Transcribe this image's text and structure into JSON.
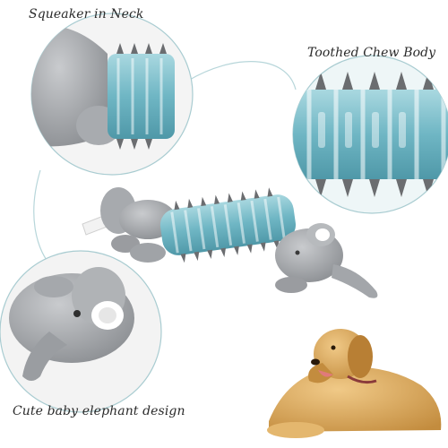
{
  "captions": {
    "squeaker": "Squeaker in Neck",
    "chew_body": "Toothed Chew Body",
    "elephant": "Cute baby elephant design"
  },
  "colors": {
    "plush_gray": "#9a9ca0",
    "plush_light": "#c3c5c8",
    "teal_rubber": "#6fb6c4",
    "teal_light": "#a9d8e0",
    "spike_gray": "#6b6d70",
    "circle_line": "#9ec6cc",
    "dog_gold": "#d9a65a"
  },
  "icons": {
    "callout_top_left": "squeaker-closeup",
    "callout_right": "chew-body-closeup",
    "callout_bottom_left": "elephant-face-closeup",
    "product": "elephant-chew-toy",
    "dog": "golden-retriever"
  }
}
